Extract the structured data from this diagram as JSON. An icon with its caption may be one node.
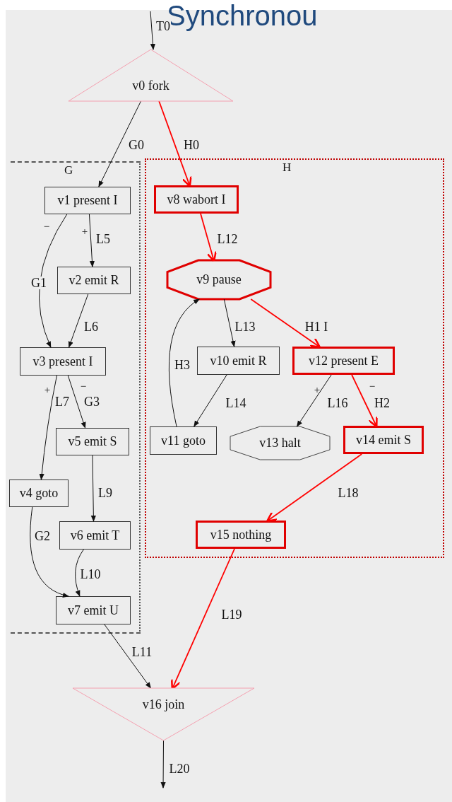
{
  "diagram": {
    "nodes": [
      {
        "text": [
          "v0 fork"
        ]
      },
      {
        "text": [
          "G"
        ]
      },
      {
        "text": [
          "v1 present I"
        ],
        "in": 1
      },
      {
        "text": [
          "v2 emit R"
        ],
        "in": 1
      },
      {
        "text": [
          "v3 present I"
        ],
        "in": 1
      },
      {
        "text": [
          "v5 emit S"
        ],
        "in": 1
      },
      {
        "text": [
          "v4 goto"
        ],
        "in": 1
      },
      {
        "text": [
          "v6 emit T"
        ],
        "in": 1
      },
      {
        "text": [
          "v7 emit U"
        ],
        "in": 1
      },
      {
        "text": [
          "H"
        ]
      },
      {
        "text": [
          "v8 wabort I"
        ],
        "in": 9
      },
      {
        "text": [
          "v9 pause"
        ],
        "in": 9
      },
      {
        "text": [
          "v10 emit R"
        ],
        "in": 9
      },
      {
        "text": [
          "v12 present E"
        ],
        "in": 9
      },
      {
        "text": [
          "v11 goto"
        ],
        "in": 9
      },
      {
        "text": [
          "v13 halt"
        ],
        "in": 9
      },
      {
        "text": [
          "v14 emit S"
        ],
        "in": 9
      },
      {
        "text": [
          "v15 nothing"
        ],
        "in": 9
      },
      {
        "text": [
          "v16 join"
        ]
      }
    ],
    "edges": [
      {
        "from": null,
        "to": 0,
        "arrow": "to",
        "label": "T0"
      },
      {
        "from": 0,
        "to": 2,
        "arrow": "to",
        "label": "G0"
      },
      {
        "from": 0,
        "to": 10,
        "arrow": "to",
        "label": "H0",
        "color": "#ff0000"
      },
      {
        "from": 2,
        "to": 4,
        "arrow": "to",
        "label": "G1"
      },
      {
        "from": 2,
        "to": 3,
        "arrow": "to",
        "label": "L5"
      },
      {
        "from": 3,
        "to": 4,
        "arrow": "to",
        "label": "L6"
      },
      {
        "from": 4,
        "to": 6,
        "arrow": "to",
        "label": "L7"
      },
      {
        "from": 4,
        "to": 5,
        "arrow": "to",
        "label": "G3"
      },
      {
        "from": 5,
        "to": 7,
        "arrow": "to",
        "label": "L9"
      },
      {
        "from": 6,
        "to": 8,
        "arrow": "to",
        "label": "G2"
      },
      {
        "from": 7,
        "to": 8,
        "arrow": "to",
        "label": "L10"
      },
      {
        "from": 8,
        "to": 18,
        "arrow": "to",
        "label": "L11"
      },
      {
        "from": 10,
        "to": 11,
        "arrow": "to",
        "label": "L12",
        "color": "#ff0000"
      },
      {
        "from": 11,
        "to": 12,
        "arrow": "to",
        "label": "L13"
      },
      {
        "from": 11,
        "to": 13,
        "arrow": "to",
        "label": "H1 I",
        "color": "#ff0000"
      },
      {
        "from": 12,
        "to": 14,
        "arrow": "to",
        "label": "L14"
      },
      {
        "from": 14,
        "to": 11,
        "arrow": "to",
        "label": "H3"
      },
      {
        "from": 13,
        "to": 15,
        "arrow": "to",
        "label": "L16"
      },
      {
        "from": 13,
        "to": 16,
        "arrow": "to",
        "label": "H2",
        "color": "#ff0000"
      },
      {
        "from": 16,
        "to": 17,
        "arrow": "to",
        "label": "L18",
        "color": "#ff0000"
      },
      {
        "from": 17,
        "to": 18,
        "arrow": "to",
        "label": "L19",
        "color": "#ff0000"
      },
      {
        "from": 18,
        "to": null,
        "arrow": "to",
        "label": "L20"
      }
    ],
    "labels": [
      "Synchronou",
      "−",
      "+",
      "+",
      "−",
      "+",
      "−"
    ]
  }
}
